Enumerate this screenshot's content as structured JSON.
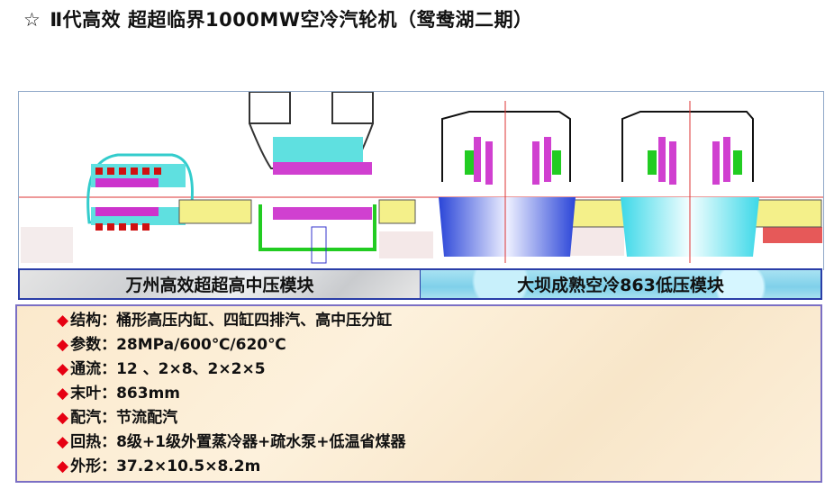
{
  "title": {
    "icon": "star-outline-icon",
    "star": "☆",
    "text": "Ⅱ代高效 超超临界1000MW空冷汽轮机（鸳鸯湖二期）"
  },
  "drawing": {
    "description": "Turbine longitudinal cross-section: HP/IP module (left) and two LP cylinders (right)"
  },
  "modules": {
    "left": "万州高效超超高中压模块",
    "right": "大坝成熟空冷863低压模块"
  },
  "specs": {
    "bullet": "◆",
    "items": [
      {
        "label": "结构：",
        "value": "桶形高压内缸、四缸四排汽、高中压分缸"
      },
      {
        "label": "参数：",
        "value": "28MPa/600℃/620℃"
      },
      {
        "label": "通流：",
        "value": "12 、2×8、2×2×5"
      },
      {
        "label": "末叶：",
        "value": "863mm"
      },
      {
        "label": "配汽：",
        "value": "节流配汽"
      },
      {
        "label": "回热：",
        "value": "8级+1级外置蒸冷器+疏水泵+低温省煤器"
      },
      {
        "label": "外形：",
        "value": "37.2×10.5×8.2m"
      }
    ]
  },
  "colors": {
    "bullet": "#e60012",
    "module_border": "#2a3ea8",
    "spec_border": "#7b6fc4",
    "spec_bg": "#fbe9cc"
  }
}
